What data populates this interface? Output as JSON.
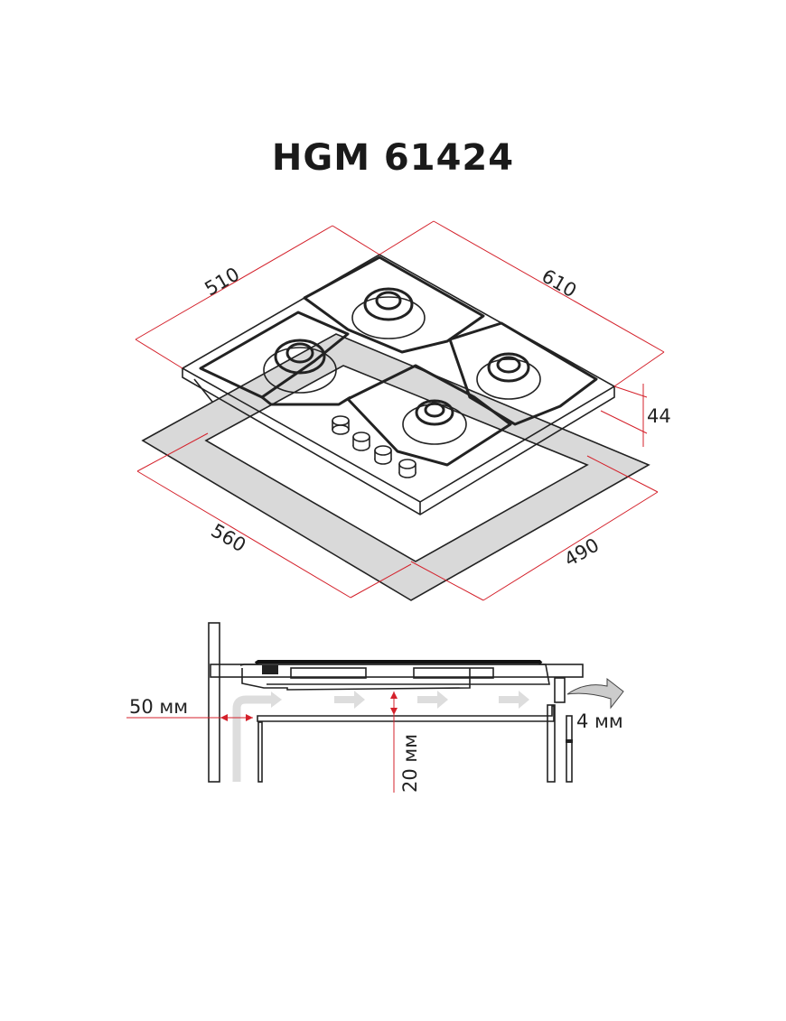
{
  "title": "HGM 61424",
  "dimensions": {
    "depth": "510",
    "width": "610",
    "height": "44",
    "cutout_width": "560",
    "cutout_depth": "490"
  },
  "installation": {
    "wall_clearance": "50 мм",
    "air_gap": "20 мм",
    "rear_gap": "4 мм"
  },
  "colors": {
    "dimension": "#d4212b",
    "line": "#222222",
    "fill": "#d9d9d9"
  }
}
